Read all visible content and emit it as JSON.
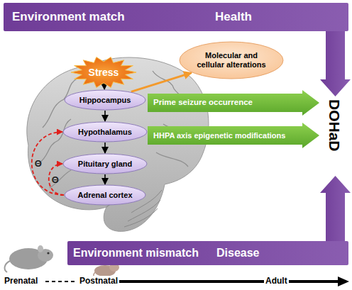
{
  "diagram": {
    "nodes": [
      {
        "text": [
          "Environment match",
          "Health"
        ]
      },
      {
        "text": [
          "Stress"
        ]
      },
      {
        "text": [
          "Molecular and cellular alterations"
        ]
      },
      {
        "text": [
          "Hippocampus"
        ]
      },
      {
        "text": [
          "Prime seizure occurrence"
        ]
      },
      {
        "text": [
          "Hypothalamus"
        ]
      },
      {
        "text": [
          "HHPA axis epigenetic modifications"
        ]
      },
      {
        "text": [
          "Pituitary gland"
        ]
      },
      {
        "text": [
          "Adrenal cortex"
        ]
      },
      {
        "text": [
          "Environment mismatch",
          "Disease"
        ]
      }
    ],
    "edges": [
      {
        "from": 1,
        "to": 3,
        "arrow": "to"
      },
      {
        "from": 3,
        "to": 2,
        "arrow": "to"
      },
      {
        "from": 3,
        "to": 5,
        "arrow": "to"
      },
      {
        "from": 5,
        "to": 7,
        "arrow": "to"
      },
      {
        "from": 7,
        "to": 8,
        "arrow": "to"
      },
      {
        "from": 8,
        "to": 7,
        "label": "Θ",
        "arrow": "to"
      },
      {
        "from": 8,
        "to": 5,
        "label": "Θ",
        "arrow": "to"
      }
    ],
    "labels": [
      "DOHaD",
      "Prenatal",
      "Postnatal",
      "Adult"
    ]
  }
}
